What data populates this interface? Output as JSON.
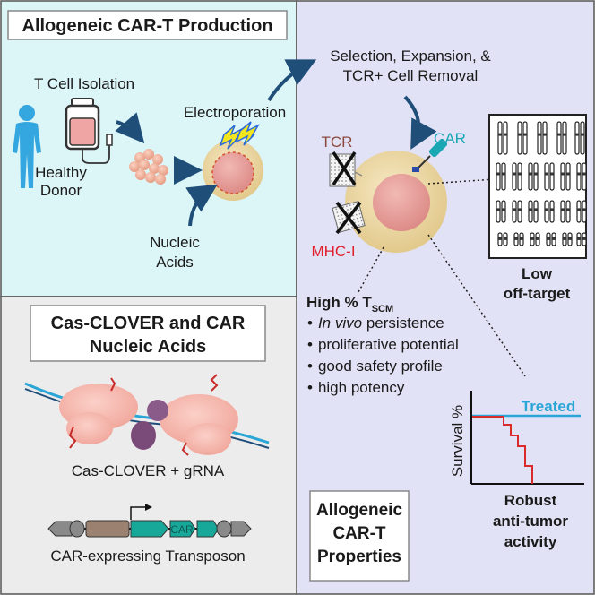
{
  "production": {
    "title": "Allogeneic CAR-T Production",
    "t_cell_isolation": "T Cell Isolation",
    "healthy_donor": [
      "Healthy",
      "Donor"
    ],
    "electroporation": "Electroporation",
    "nucleic_acids": [
      "Nucleic",
      "Acids"
    ]
  },
  "selection": {
    "lines": [
      "Selection, Expansion, &",
      "TCR+ Cell Removal"
    ]
  },
  "cell": {
    "tcr_label": "TCR",
    "car_label": "CAR",
    "mhc_label": "MHC-I"
  },
  "karyotype": {
    "caption": [
      "Low",
      "off-target"
    ]
  },
  "tscm": {
    "heading_prefix": "High % T",
    "heading_sub": "SCM",
    "bullet_marker": "•",
    "item1_italic": "In vivo",
    "item1_rest": " persistence",
    "items": [
      "proliferative potential",
      "good safety profile",
      "high potency"
    ]
  },
  "survival": {
    "ylabel": "Survival %",
    "treated_label": "Treated",
    "caption": [
      "Robust",
      "anti-tumor",
      "activity"
    ]
  },
  "properties": {
    "lines": [
      "Allogeneic",
      "CAR-T",
      "Properties"
    ]
  },
  "cas_clover": {
    "title": [
      "Cas-CLOVER and CAR",
      "Nucleic Acids"
    ],
    "complex_caption": "Cas-CLOVER + gRNA",
    "car_segment": "CAR",
    "transposon_caption": "CAR-expressing Transposon"
  },
  "colors": {
    "production_bg": "#dcf5f7",
    "right_bg": "#e2e2f6",
    "casclover_bg": "#ececec",
    "arrow_blue": "#1f4e79",
    "donor_blue": "#35a7e0",
    "tcr_brown": "#8b4a3d",
    "car_teal": "#1aa7b3",
    "mhc_red": "#e0202b",
    "treated_blue": "#2aa6d6",
    "survival_red": "#d92b2b",
    "cell_outer": "#ecd9a7",
    "cell_inner": "#e8a3a0"
  }
}
